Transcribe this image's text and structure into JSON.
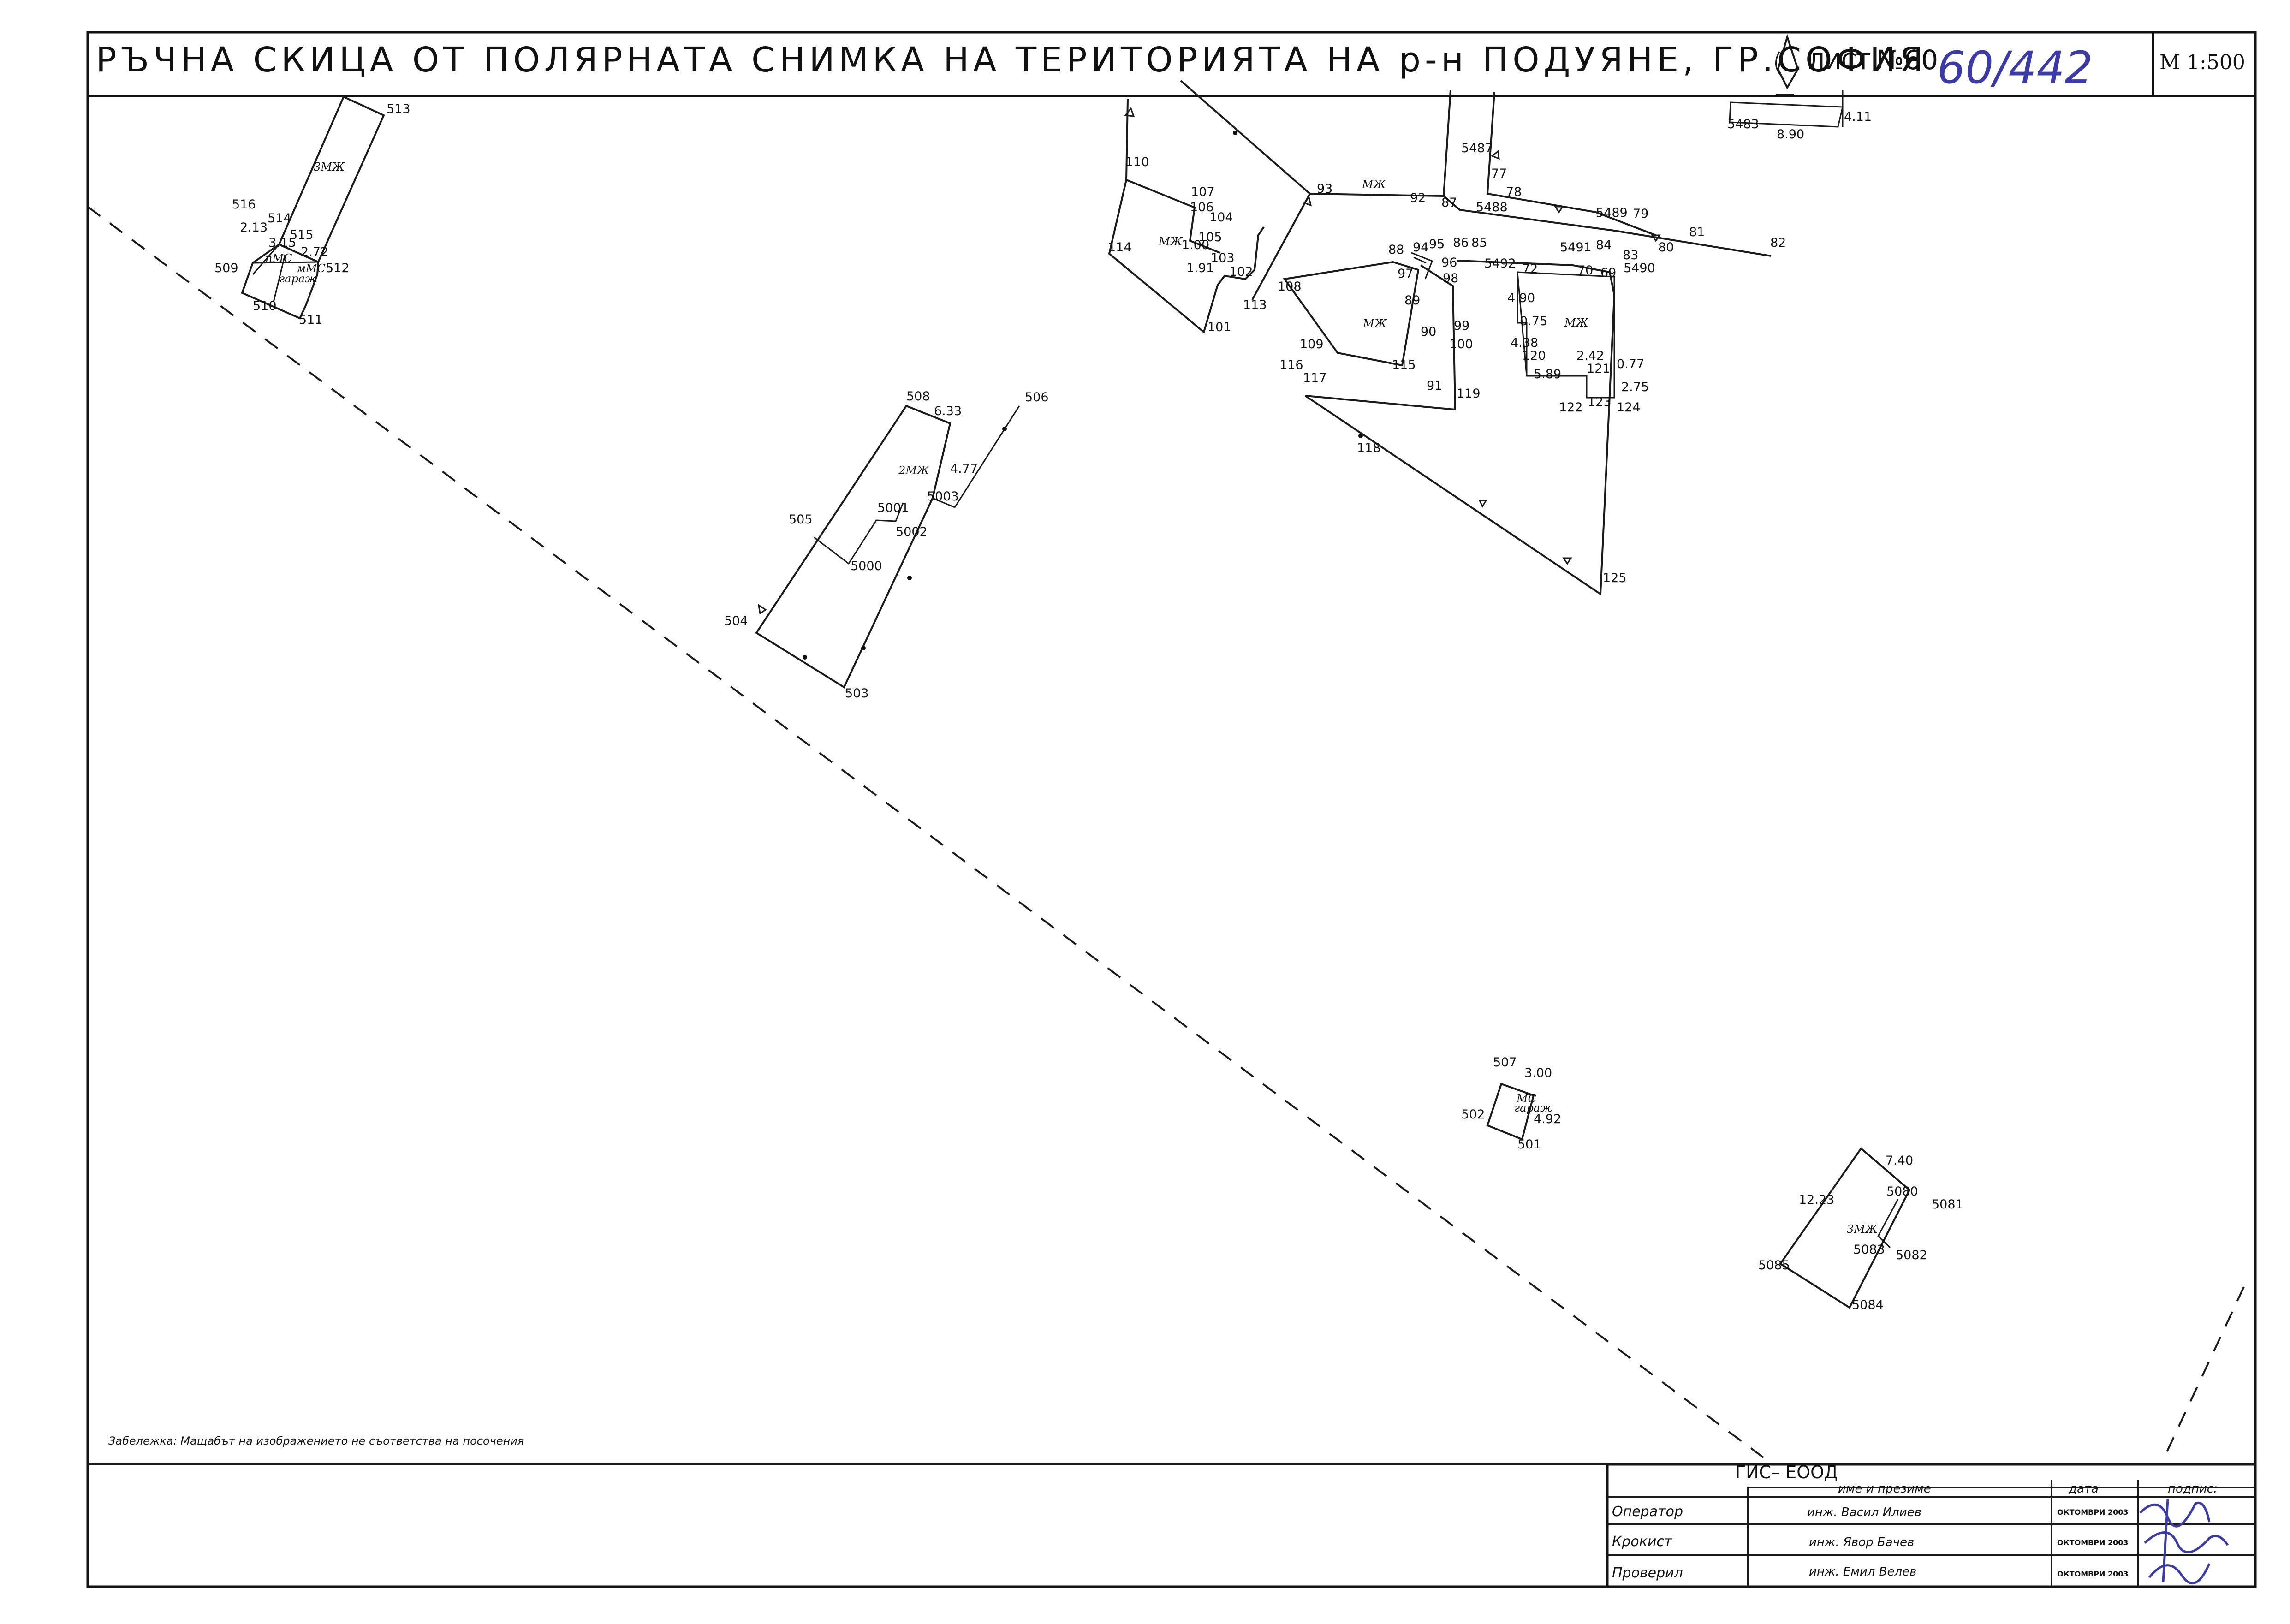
{
  "title": "РЪЧНА СКИЦА ОТ ПОЛЯРНАТА СНИМКА НА ТЕРИТОРИЯТА НА р-н ПОДУЯНЕ, ГР.СОФИЯ",
  "sheet_label": "ЛИСТ",
  "sheet_number": "№60",
  "handwritten_number": "60/442",
  "scale": "M 1:500",
  "note": "Забележка: Мащабът на изображението не съответства на посочения",
  "table": {
    "company": "ГИС– ЕООД",
    "col_name": "име и презиме",
    "col_date": "дата",
    "col_sign": "подпис:",
    "rows": [
      {
        "role": "Оператор",
        "name": "инж. Васил Илиев",
        "date": "ОКТОМВРИ 2003"
      },
      {
        "role": "Крокист",
        "name": "инж. Явор Бачев",
        "date": "ОКТОМВРИ 2003"
      },
      {
        "role": "Проверил",
        "name": "инж. Емил Велев",
        "date": "ОКТОМВРИ 2003"
      }
    ]
  },
  "map": {
    "points": [
      [
        "513",
        838,
        245
      ],
      [
        "516",
        503,
        452
      ],
      [
        "514",
        580,
        482
      ],
      [
        "515",
        628,
        518
      ],
      [
        "509",
        465,
        590
      ],
      [
        "512",
        706,
        590
      ],
      [
        "510",
        548,
        672
      ],
      [
        "511",
        648,
        702
      ],
      [
        "508",
        1965,
        868
      ],
      [
        "506",
        2222,
        870
      ],
      [
        "505",
        1710,
        1135
      ],
      [
        "5001",
        1902,
        1110
      ],
      [
        "5003",
        2010,
        1085
      ],
      [
        "5002",
        1942,
        1162
      ],
      [
        "5000",
        1844,
        1236
      ],
      [
        "504",
        1570,
        1355
      ],
      [
        "503",
        1832,
        1512
      ],
      [
        "110",
        2440,
        360
      ],
      [
        "107",
        2582,
        425
      ],
      [
        "106",
        2580,
        458
      ],
      [
        "104",
        2622,
        480
      ],
      [
        "105",
        2598,
        523
      ],
      [
        "114",
        2402,
        545
      ],
      [
        "103",
        2625,
        568
      ],
      [
        "102",
        2665,
        598
      ],
      [
        "113",
        2695,
        670
      ],
      [
        "101",
        2618,
        718
      ],
      [
        "93",
        2855,
        418
      ],
      [
        "92",
        3057,
        438
      ],
      [
        "87",
        3125,
        448
      ],
      [
        "88",
        3010,
        550
      ],
      [
        "94",
        3063,
        545
      ],
      [
        "95",
        3098,
        538
      ],
      [
        "86",
        3150,
        535
      ],
      [
        "85",
        3190,
        535
      ],
      [
        "96",
        3125,
        578
      ],
      [
        "97",
        3030,
        602
      ],
      [
        "98",
        3128,
        612
      ],
      [
        "89",
        3045,
        660
      ],
      [
        "108",
        2770,
        630
      ],
      [
        "90",
        3080,
        728
      ],
      [
        "99",
        3152,
        715
      ],
      [
        "100",
        3142,
        755
      ],
      [
        "109",
        2818,
        755
      ],
      [
        "115",
        3018,
        800
      ],
      [
        "116",
        2774,
        800
      ],
      [
        "117",
        2825,
        828
      ],
      [
        "91",
        3093,
        845
      ],
      [
        "119",
        3158,
        862
      ],
      [
        "118",
        2942,
        980
      ],
      [
        "125",
        3475,
        1262
      ],
      [
        "5487",
        3168,
        330
      ],
      [
        "77",
        3233,
        385
      ],
      [
        "78",
        3265,
        425
      ],
      [
        "5488",
        3200,
        458
      ],
      [
        "5489",
        3460,
        470
      ],
      [
        "79",
        3540,
        472
      ],
      [
        "81",
        3662,
        512
      ],
      [
        "82",
        3838,
        535
      ],
      [
        "80",
        3595,
        545
      ],
      [
        "5491",
        3382,
        545
      ],
      [
        "84",
        3460,
        540
      ],
      [
        "83",
        3518,
        562
      ],
      [
        "5492",
        3218,
        580
      ],
      [
        "72",
        3300,
        592
      ],
      [
        "70",
        3420,
        595
      ],
      [
        "69",
        3470,
        600
      ],
      [
        "5490",
        3520,
        590
      ],
      [
        "0.75",
        3295,
        705
      ],
      [
        "4.90",
        3268,
        655
      ],
      [
        "4.38",
        3275,
        752
      ],
      [
        "120",
        3300,
        780
      ],
      [
        "2.42",
        3418,
        780
      ],
      [
        "121",
        3440,
        808
      ],
      [
        "0.77",
        3505,
        798
      ],
      [
        "5.89",
        3325,
        820
      ],
      [
        "123",
        3442,
        880
      ],
      [
        "2.75",
        3515,
        848
      ],
      [
        "122",
        3380,
        892
      ],
      [
        "124",
        3505,
        892
      ],
      [
        "5483",
        3745,
        278
      ],
      [
        "8.90",
        3852,
        300
      ],
      [
        "4.11",
        3998,
        262
      ],
      [
        "507",
        3237,
        2312
      ],
      [
        "3.00",
        3305,
        2335
      ],
      [
        "502",
        3168,
        2425
      ],
      [
        "4.92",
        3325,
        2435
      ],
      [
        "501",
        3290,
        2490
      ],
      [
        "7.40",
        4088,
        2525
      ],
      [
        "12.23",
        3900,
        2610
      ],
      [
        "5080",
        4090,
        2592
      ],
      [
        "5081",
        4188,
        2620
      ],
      [
        "5083",
        4018,
        2718
      ],
      [
        "5082",
        4110,
        2730
      ],
      [
        "5085",
        3812,
        2752
      ],
      [
        "5084",
        4015,
        2838
      ]
    ],
    "dims_small": [
      [
        "2.13",
        520,
        502
      ],
      [
        "3.15",
        582,
        535
      ],
      [
        "2.72",
        652,
        555
      ],
      [
        "6.33",
        2025,
        900
      ],
      [
        "4.77",
        2060,
        1025
      ],
      [
        "1.00",
        2562,
        540
      ],
      [
        "1.91",
        2572,
        590
      ]
    ],
    "buildings": [
      [
        "3МЖ",
        680,
        370
      ],
      [
        "пМС",
        575,
        568
      ],
      [
        "мМС",
        643,
        590
      ],
      [
        "гараж",
        605,
        612
      ],
      [
        "2МЖ",
        1948,
        1028
      ],
      [
        "МЖ",
        2512,
        532
      ],
      [
        "МЖ",
        2953,
        408
      ],
      [
        "МЖ",
        2955,
        710
      ],
      [
        "МЖ",
        3392,
        708
      ],
      [
        "МС",
        3288,
        2390
      ],
      [
        "гараж",
        3283,
        2410
      ],
      [
        "3МЖ",
        4004,
        2673
      ]
    ]
  }
}
